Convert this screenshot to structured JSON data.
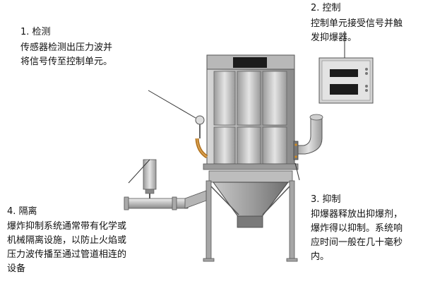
{
  "steps": [
    {
      "heading": "1.   检测",
      "lines": [
        "传感器检测出压力波并",
        "将信号传至控制单元。"
      ]
    },
    {
      "heading": "2. 控制",
      "lines": [
        "控制单元接受信号并触",
        "发抑爆器。"
      ]
    },
    {
      "heading": "3.  抑制",
      "lines": [
        "抑爆器释放出抑爆剂，",
        "爆炸得以抑制。系统响",
        "应时间一般在几十毫秒",
        "内。"
      ]
    },
    {
      "heading": "4. 隔离",
      "lines": [
        "爆炸抑制系统通常带有化学或",
        "机械隔离设施，以防止火焰或",
        "压力波传播至通过管道相连的",
        "设备"
      ]
    }
  ]
}
